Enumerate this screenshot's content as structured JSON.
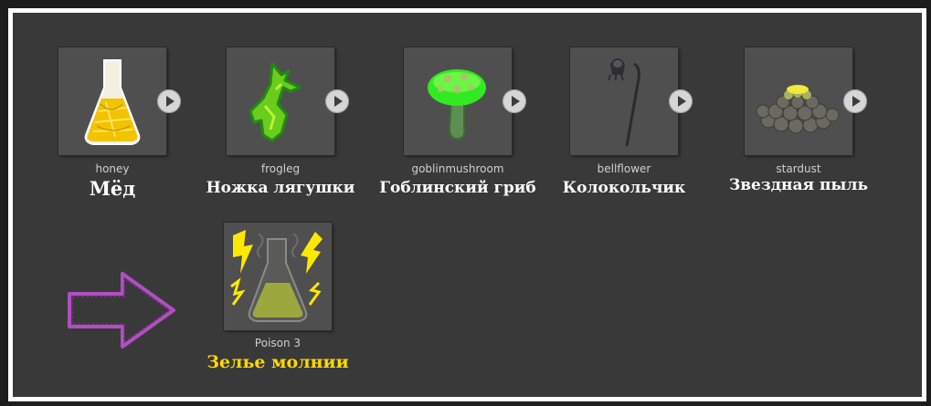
{
  "ingredients": [
    {
      "id": "honey",
      "name": "Мёд",
      "icon": "honey-flask-icon"
    },
    {
      "id": "frogleg",
      "name": "Ножка лягушки",
      "icon": "frog-leg-icon"
    },
    {
      "id": "goblinmushroom",
      "name": "Гоблинский гриб",
      "icon": "mushroom-icon"
    },
    {
      "id": "bellflower",
      "name": "Колокольчик",
      "icon": "bellflower-icon"
    },
    {
      "id": "stardust",
      "name": "Звездная пыль",
      "icon": "stardust-pile-icon"
    }
  ],
  "result": {
    "id": "Poison 3",
    "name": "Зелье молнии",
    "icon": "lightning-potion-icon"
  },
  "arrow_icon": "arrow-right-icon",
  "play_icon": "play-icon",
  "colors": {
    "background": "#393939",
    "frame": "#ffffff",
    "result_name": "#ffd800",
    "arrow": "#b04fc0"
  }
}
